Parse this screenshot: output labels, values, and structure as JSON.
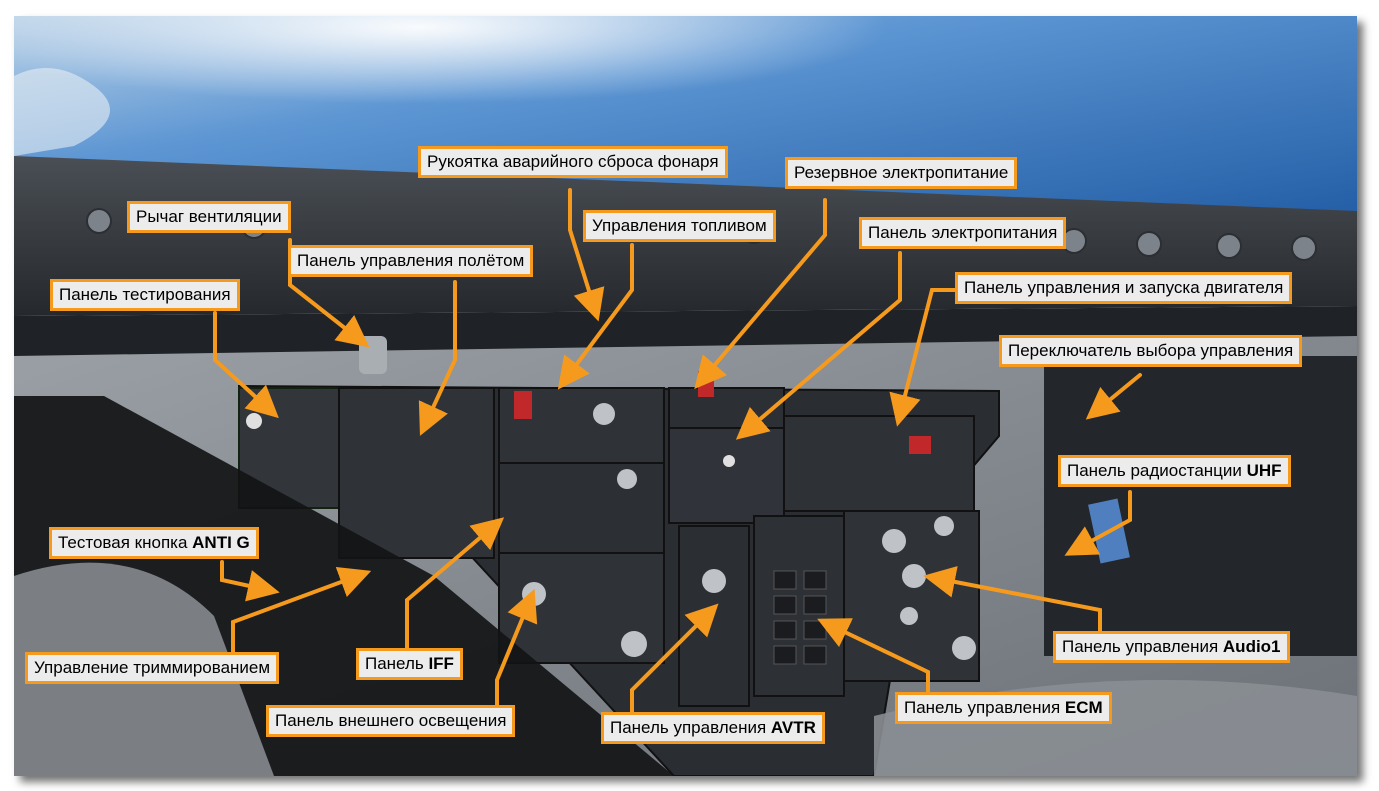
{
  "colors": {
    "callout_border": "#f59a1d",
    "callout_fill": "#ececec",
    "leader_line": "#f59a1d",
    "sky": "#3f7fc4",
    "panel": "#2a2d31"
  },
  "callouts": {
    "canopy_jettison": {
      "text": "Рукоятка аварийного сброса фонаря",
      "bold": ""
    },
    "standby_power": {
      "text": "Резервное электропитание",
      "bold": ""
    },
    "vent_lever": {
      "text": "Рычаг вентиляции",
      "bold": ""
    },
    "fuel_control": {
      "text": "Управления топливом",
      "bold": ""
    },
    "electrical_panel": {
      "text": "Панель электропитания",
      "bold": ""
    },
    "flight_control_panel": {
      "text": "Панель управления полётом",
      "bold": ""
    },
    "engine_panel": {
      "text": "Панель управления и запуска двигателя",
      "bold": ""
    },
    "test_panel": {
      "text": "Панель тестирования",
      "bold": ""
    },
    "control_select": {
      "text": "Переключатель выбора управления",
      "bold": ""
    },
    "uhf_panel": {
      "text": "Панель радиостанции ",
      "bold": "UHF"
    },
    "anti_g": {
      "text": "Тестовая кнопка ",
      "bold": "ANTI G"
    },
    "audio1_panel": {
      "text": "Панель управления ",
      "bold": "Audio1"
    },
    "trim_control": {
      "text": "Управление триммированием",
      "bold": ""
    },
    "iff_panel": {
      "text": "Панель ",
      "bold": "IFF"
    },
    "ecm_panel": {
      "text": "Панель управления ",
      "bold": "ECM"
    },
    "ext_lights": {
      "text": "Панель внешнего освещения",
      "bold": ""
    },
    "avtr_panel": {
      "text": "Панель управления ",
      "bold": "AVTR"
    }
  }
}
